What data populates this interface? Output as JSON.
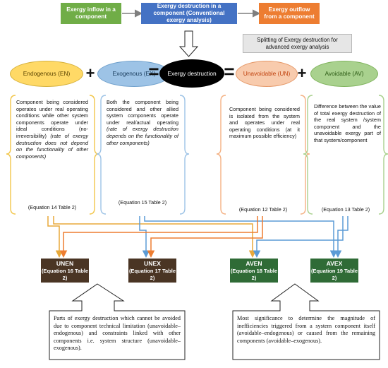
{
  "top": {
    "inflow": "Exergy inflow in a component",
    "destruction": "Exergy destruction in a component (Conventional exergy analysis)",
    "outflow": "Exergy outflow from a component",
    "splitting_note": "Splitting of Exergy destruction for advanced exergy analysis"
  },
  "equation": {
    "endogenous": "Endogenous (EN)",
    "plus_1": "+",
    "exogenous": "Exogenous (EX)",
    "equals_1": "=",
    "exergy_destruction": "Exergy destruction",
    "equals_2": "=",
    "unavoidable": "Unavoidable (UN)",
    "plus_2": "+",
    "avoidable": "Avoidable (AV)"
  },
  "descriptions": {
    "endogenous": {
      "plain": "Component being considered operates under real operating conditions while other system components operate under ideal conditions (no-irreversibility)",
      "italic": "(rate of exergy destruction does not depend on the functionality of other components)",
      "ref": "(Equation 14 Table 2)"
    },
    "exogenous": {
      "plain": "Both the component being considered and other allied system components operate under real/actual operating",
      "italic": "(rate of exergy destruction depends on the functionality of other components)",
      "ref": "(Equation 15 Table 2)"
    },
    "unavoidable": {
      "plain": "Component being considered is isolated from the system and operates under real operating conditions (at it maximum possible efficiency)",
      "ref": "(Equation 12 Table 2)"
    },
    "avoidable": {
      "plain": "Difference between the value of total exergy destruction of the real system /system component and the unavoidable exergy part of that system/component",
      "ref": "(Equation 13 Table 2)"
    }
  },
  "outcomes": {
    "unen": {
      "title": "UNEN",
      "ref": "(Equation 16 Table 2)"
    },
    "unex": {
      "title": "UNEX",
      "ref": "(Equation 17 Table 2)"
    },
    "aven": {
      "title": "AVEN",
      "ref": "(Equation 18 Table 2)"
    },
    "avex": {
      "title": "AVEX",
      "ref": "(Equation 19 Table 2)"
    }
  },
  "callouts": {
    "unavoidable": "Parts of exergy destruction which cannot be avoided due to component technical limitation (unavoidable–endogenous) and constraints linked with other components i.e. system structure (unavoidable–exogenous).",
    "avoidable": "Most significance to determine the magnitude of inefficiencies triggered from a system component itself (avoidable–endogenous) or caused from the remaining components (avoidable–exogenous)."
  },
  "colors": {
    "green_box": "#70ad47",
    "blue_box": "#4472c4",
    "orange_box": "#ed7d31",
    "endogenous_fill": "#ffd966",
    "exogenous_fill": "#9dc3e6",
    "unavoidable_fill": "#f8cbad",
    "avoidable_fill": "#a9d18e",
    "brown_outcome": "#4a3524",
    "green_outcome": "#2f6b36"
  }
}
